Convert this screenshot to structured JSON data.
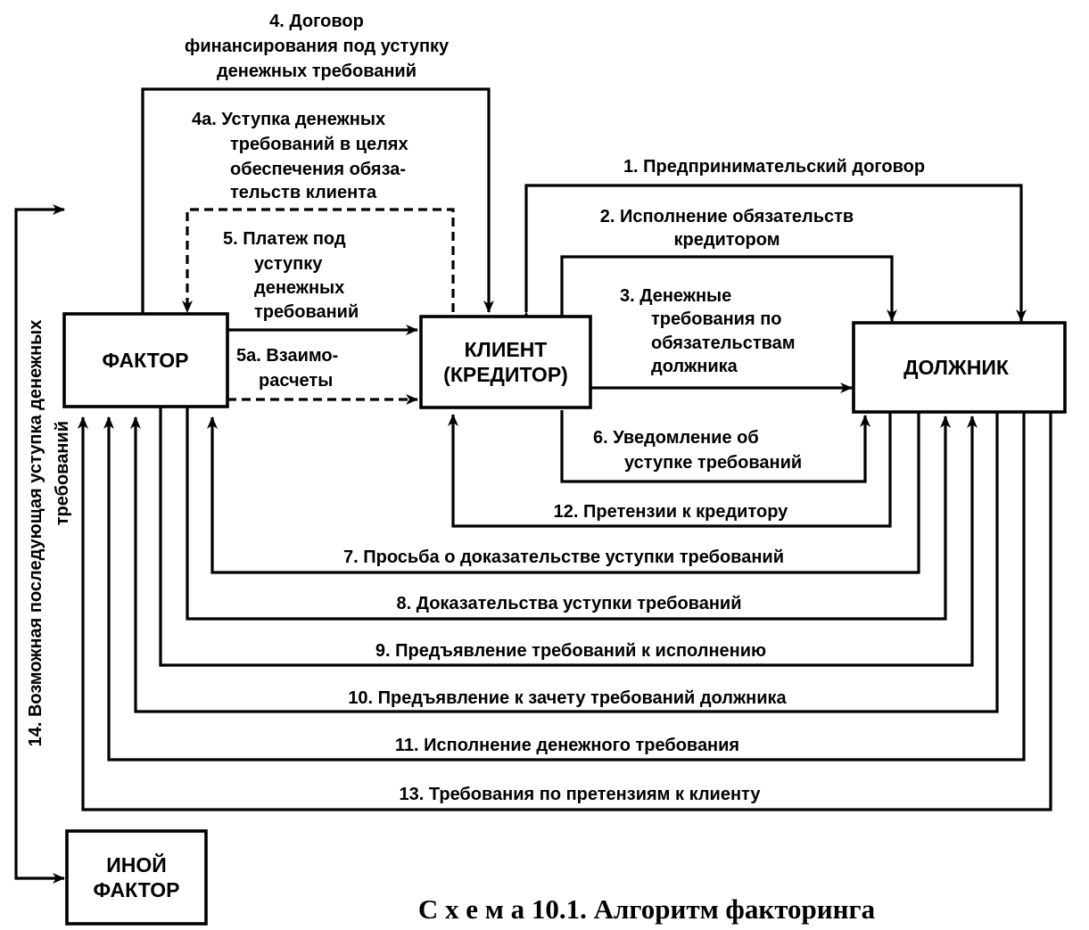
{
  "boxes": {
    "factor": [
      "ФАКТОР"
    ],
    "client": [
      "КЛИЕНТ",
      "(КРЕДИТОР)"
    ],
    "debtor": [
      "ДОЛЖНИК"
    ],
    "other_factor": [
      "ИНОЙ",
      "ФАКТОР"
    ]
  },
  "labels": {
    "l4": [
      "4. Договор",
      "финансирования под уступку",
      "денежных требований"
    ],
    "l4a": [
      "4а. Уступка денежных",
      "требований в целях",
      "обеспечения обяза-",
      "тельств клиента"
    ],
    "l1": "1. Предпринимательский договор",
    "l2": [
      "2. Исполнение обязательств",
      "кредитором"
    ],
    "l3": [
      "3.  Денежные",
      "требования по",
      "обязательствам",
      "должника"
    ],
    "l5": [
      "5.  Платеж под",
      "уступку",
      "денежных",
      "требований"
    ],
    "l5a": [
      "5а.  Взаимо-",
      "расчеты"
    ],
    "l6": [
      "6.  Уведомление об",
      "уступке требований"
    ],
    "l12": "12. Претензии к кредитору",
    "l7": "7. Просьба о доказательстве уступки требований",
    "l8": "8. Доказательства уступки требований",
    "l9": "9. Предъявление требований к исполнению",
    "l10": "10. Предъявление к зачету требований должника",
    "l11": "11. Исполнение денежного требования",
    "l13": "13. Требования по претензиям к клиенту",
    "l14": [
      "14. Возможная последующая уступка денежных",
      "требований"
    ]
  },
  "caption": "С х е м а 10.1. Алгоритм факторинга"
}
